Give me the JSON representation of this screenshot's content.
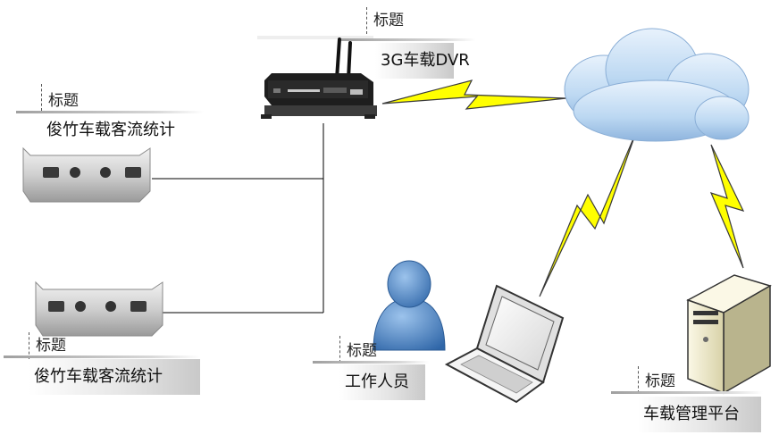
{
  "placeholder_label": "标题",
  "nodes": {
    "dvr": "3G车载DVR",
    "counter_top": "俊竹车载客流统计",
    "counter_bottom": "俊竹车载客流统计",
    "staff": "工作人员",
    "platform": "车载管理平台"
  },
  "colors": {
    "lightning_fill": "#ffff00",
    "lightning_stroke": "#3a3a3a",
    "cloud_fill": "#bcd8f2",
    "person_fill": "#4f86c6",
    "wire": "#000000"
  }
}
